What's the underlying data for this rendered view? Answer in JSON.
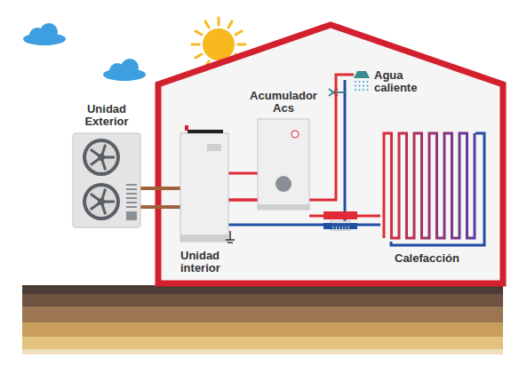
{
  "diagram": {
    "nodes": [
      {
        "text": [
          "Unidad Exterior"
        ]
      },
      {
        "text": [
          "Unidad interior"
        ]
      },
      {
        "text": [
          "Acumulador Acs"
        ]
      },
      {
        "text": [
          "Agua caliente"
        ]
      },
      {
        "text": [
          "Calefacción"
        ]
      }
    ],
    "edges": [
      {
        "from": 0,
        "to": 1,
        "arrow": "none"
      },
      {
        "from": 1,
        "to": 2,
        "arrow": "none"
      },
      {
        "from": 1,
        "to": 4,
        "arrow": "none"
      },
      {
        "from": 1,
        "to": 3,
        "arrow": "none"
      }
    ]
  }
}
